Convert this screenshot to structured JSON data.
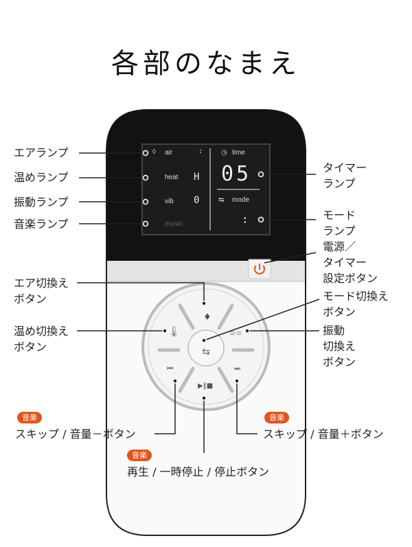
{
  "title": "各部のなまえ",
  "display": {
    "air": "air",
    "heat": "heat",
    "vib": "vib",
    "music": "music",
    "time": "time",
    "timer_value": "05",
    "mode": "mode",
    "air_digit": ":",
    "heat_digit": "H",
    "vib_digit": "0",
    "mode_digit": ":"
  },
  "labels_left": {
    "air_lamp": "エアランプ",
    "heat_lamp": "温めランプ",
    "vib_lamp": "振動ランプ",
    "music_lamp": "音楽ランプ",
    "air_switch": [
      "エア切換え",
      "ボタン"
    ],
    "heat_switch": [
      "温め切換え",
      "ボタン"
    ]
  },
  "labels_right": {
    "timer_lamp": [
      "タイマー",
      "ランプ"
    ],
    "mode_lamp": [
      "モード",
      "ランプ"
    ],
    "power": [
      "電源／",
      "タイマー",
      "設定ボタン"
    ],
    "mode_switch": [
      "モード切換え",
      "ボタン"
    ],
    "vib_switch": [
      "振動",
      "切換え",
      "ボタン"
    ]
  },
  "labels_bottom": {
    "badge": "音楽",
    "skip_prev": "スキップ / 音量－ボタン",
    "skip_next": "スキップ / 音量＋ボタン",
    "play": "再生 / 一時停止 / 停止ボタン"
  },
  "colors": {
    "accent": "#e0561c",
    "device_top": "#111111"
  }
}
